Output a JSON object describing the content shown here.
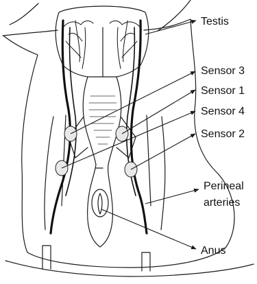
{
  "labels": {
    "testis": "Testis",
    "sensor3": "Sensor 3",
    "sensor1": "Sensor 1",
    "sensor4": "Sensor 4",
    "sensor2": "Sensor 2",
    "perineal_line1": "Perineal",
    "perineal_line2": "arteries",
    "anus": "Anus"
  },
  "colors": {
    "line": "#1a1a1a",
    "sensor_fill": "#e8e8e8",
    "background": "#ffffff"
  }
}
